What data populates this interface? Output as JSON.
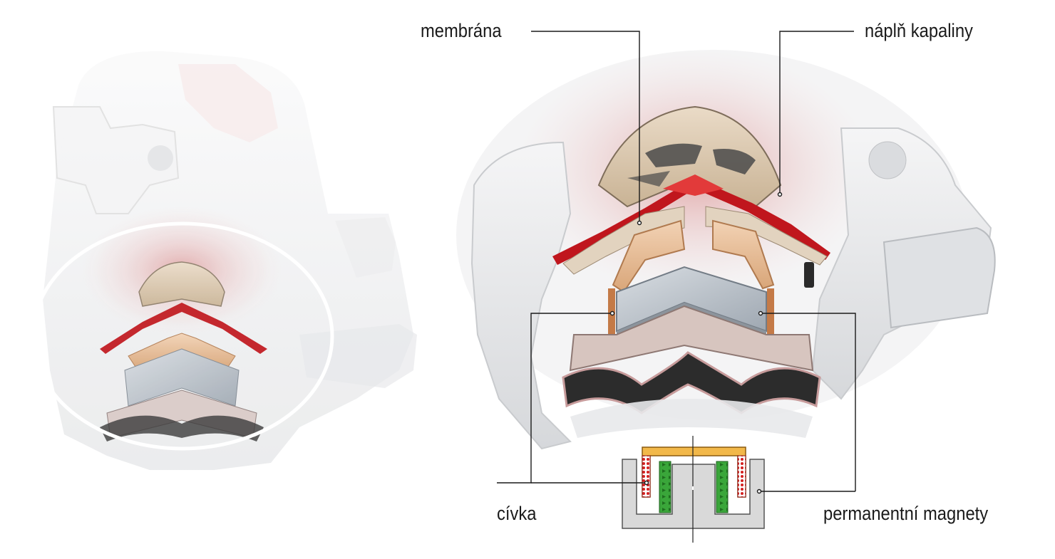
{
  "labels": {
    "membrana": "membrána",
    "napln_kapaliny": "náplň kapaliny",
    "civka": "cívka",
    "permanentni_magnety": "permanentní magnety"
  },
  "colors": {
    "membrane_red": "#c0161d",
    "coil_copper": "#c98a5c",
    "housing_light": "#e9eaec",
    "fluid_pink": "#e8b9b9",
    "diagram_coil_red": "#d42020",
    "diagram_magnet_green": "#38a838",
    "diagram_yoke_orange": "#f2b84a",
    "diagram_body_grey": "#d9d9d9"
  },
  "icons": {
    "overview": "engine-mount-cutaway-illustration",
    "detail": "engine-mount-detail-cutaway",
    "schematic": "voice-coil-actuator-cross-section"
  }
}
